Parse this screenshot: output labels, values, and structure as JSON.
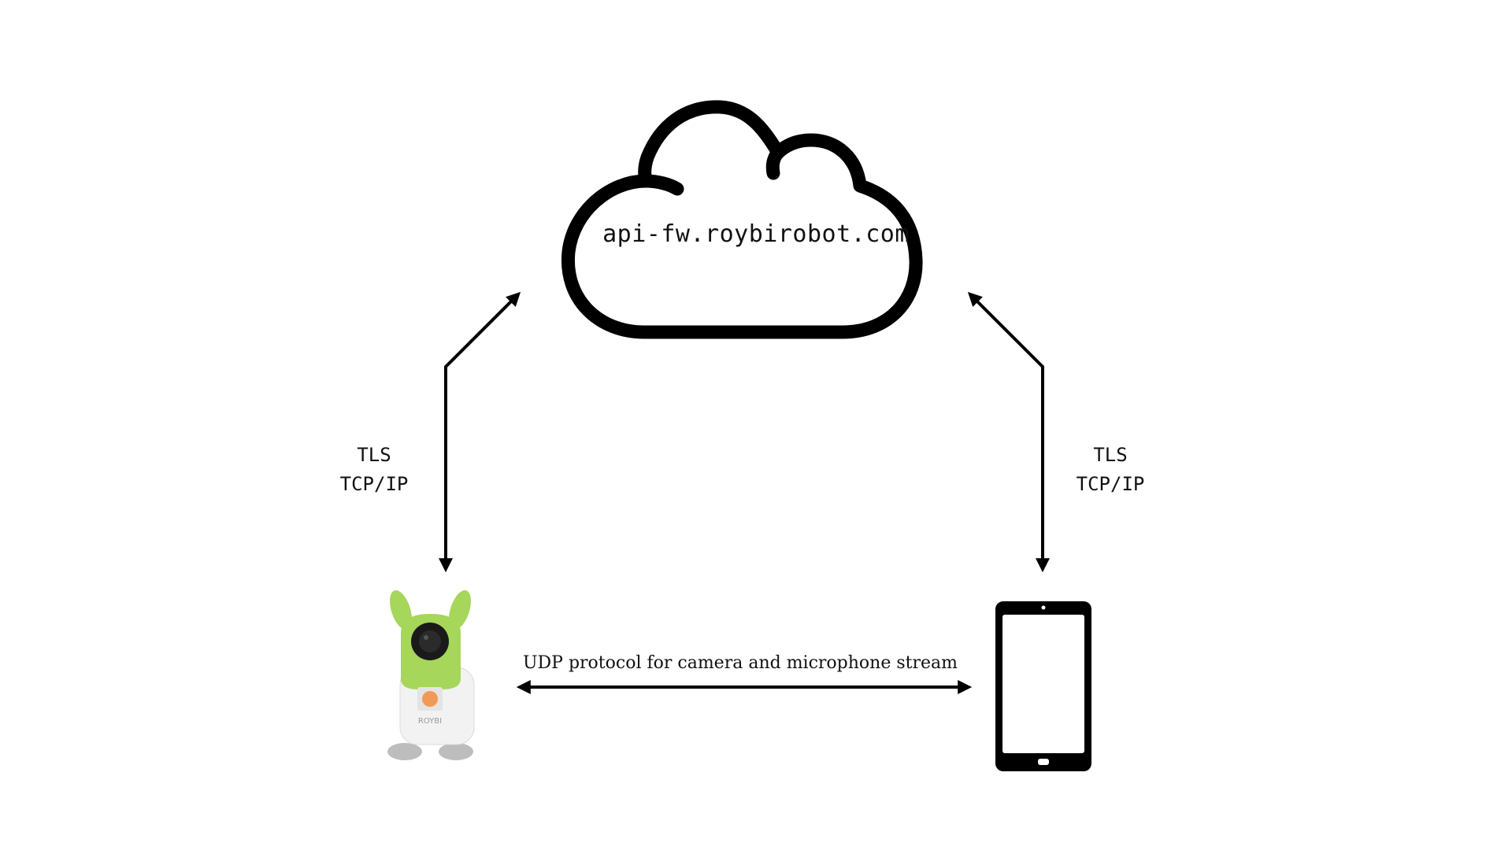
{
  "cloud": {
    "hostname": "api-fw.roybirobot.com",
    "icon": "cloud-icon"
  },
  "left_link": {
    "line1": "TLS",
    "line2": "TCP/IP"
  },
  "right_link": {
    "line1": "TLS",
    "line2": "TCP/IP"
  },
  "bottom_link": {
    "label": "UDP protocol for camera and microphone stream"
  },
  "robot": {
    "brand": "ROYBI",
    "icon": "robot-icon",
    "colors": {
      "head": "#a6d65a",
      "body": "#f2f2f2",
      "feet": "#bdbdbd",
      "lens": "#1a1a1a",
      "screen": "#f19a55"
    }
  },
  "tablet": {
    "icon": "tablet-icon"
  },
  "colors": {
    "stroke": "#000000",
    "text": "#111111",
    "background": "#ffffff"
  }
}
